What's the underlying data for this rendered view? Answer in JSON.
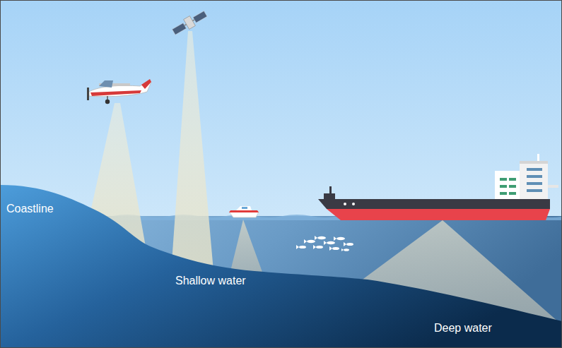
{
  "diagram": {
    "labels": [
      "Coastline",
      "Shallow water",
      "Deep water"
    ]
  }
}
